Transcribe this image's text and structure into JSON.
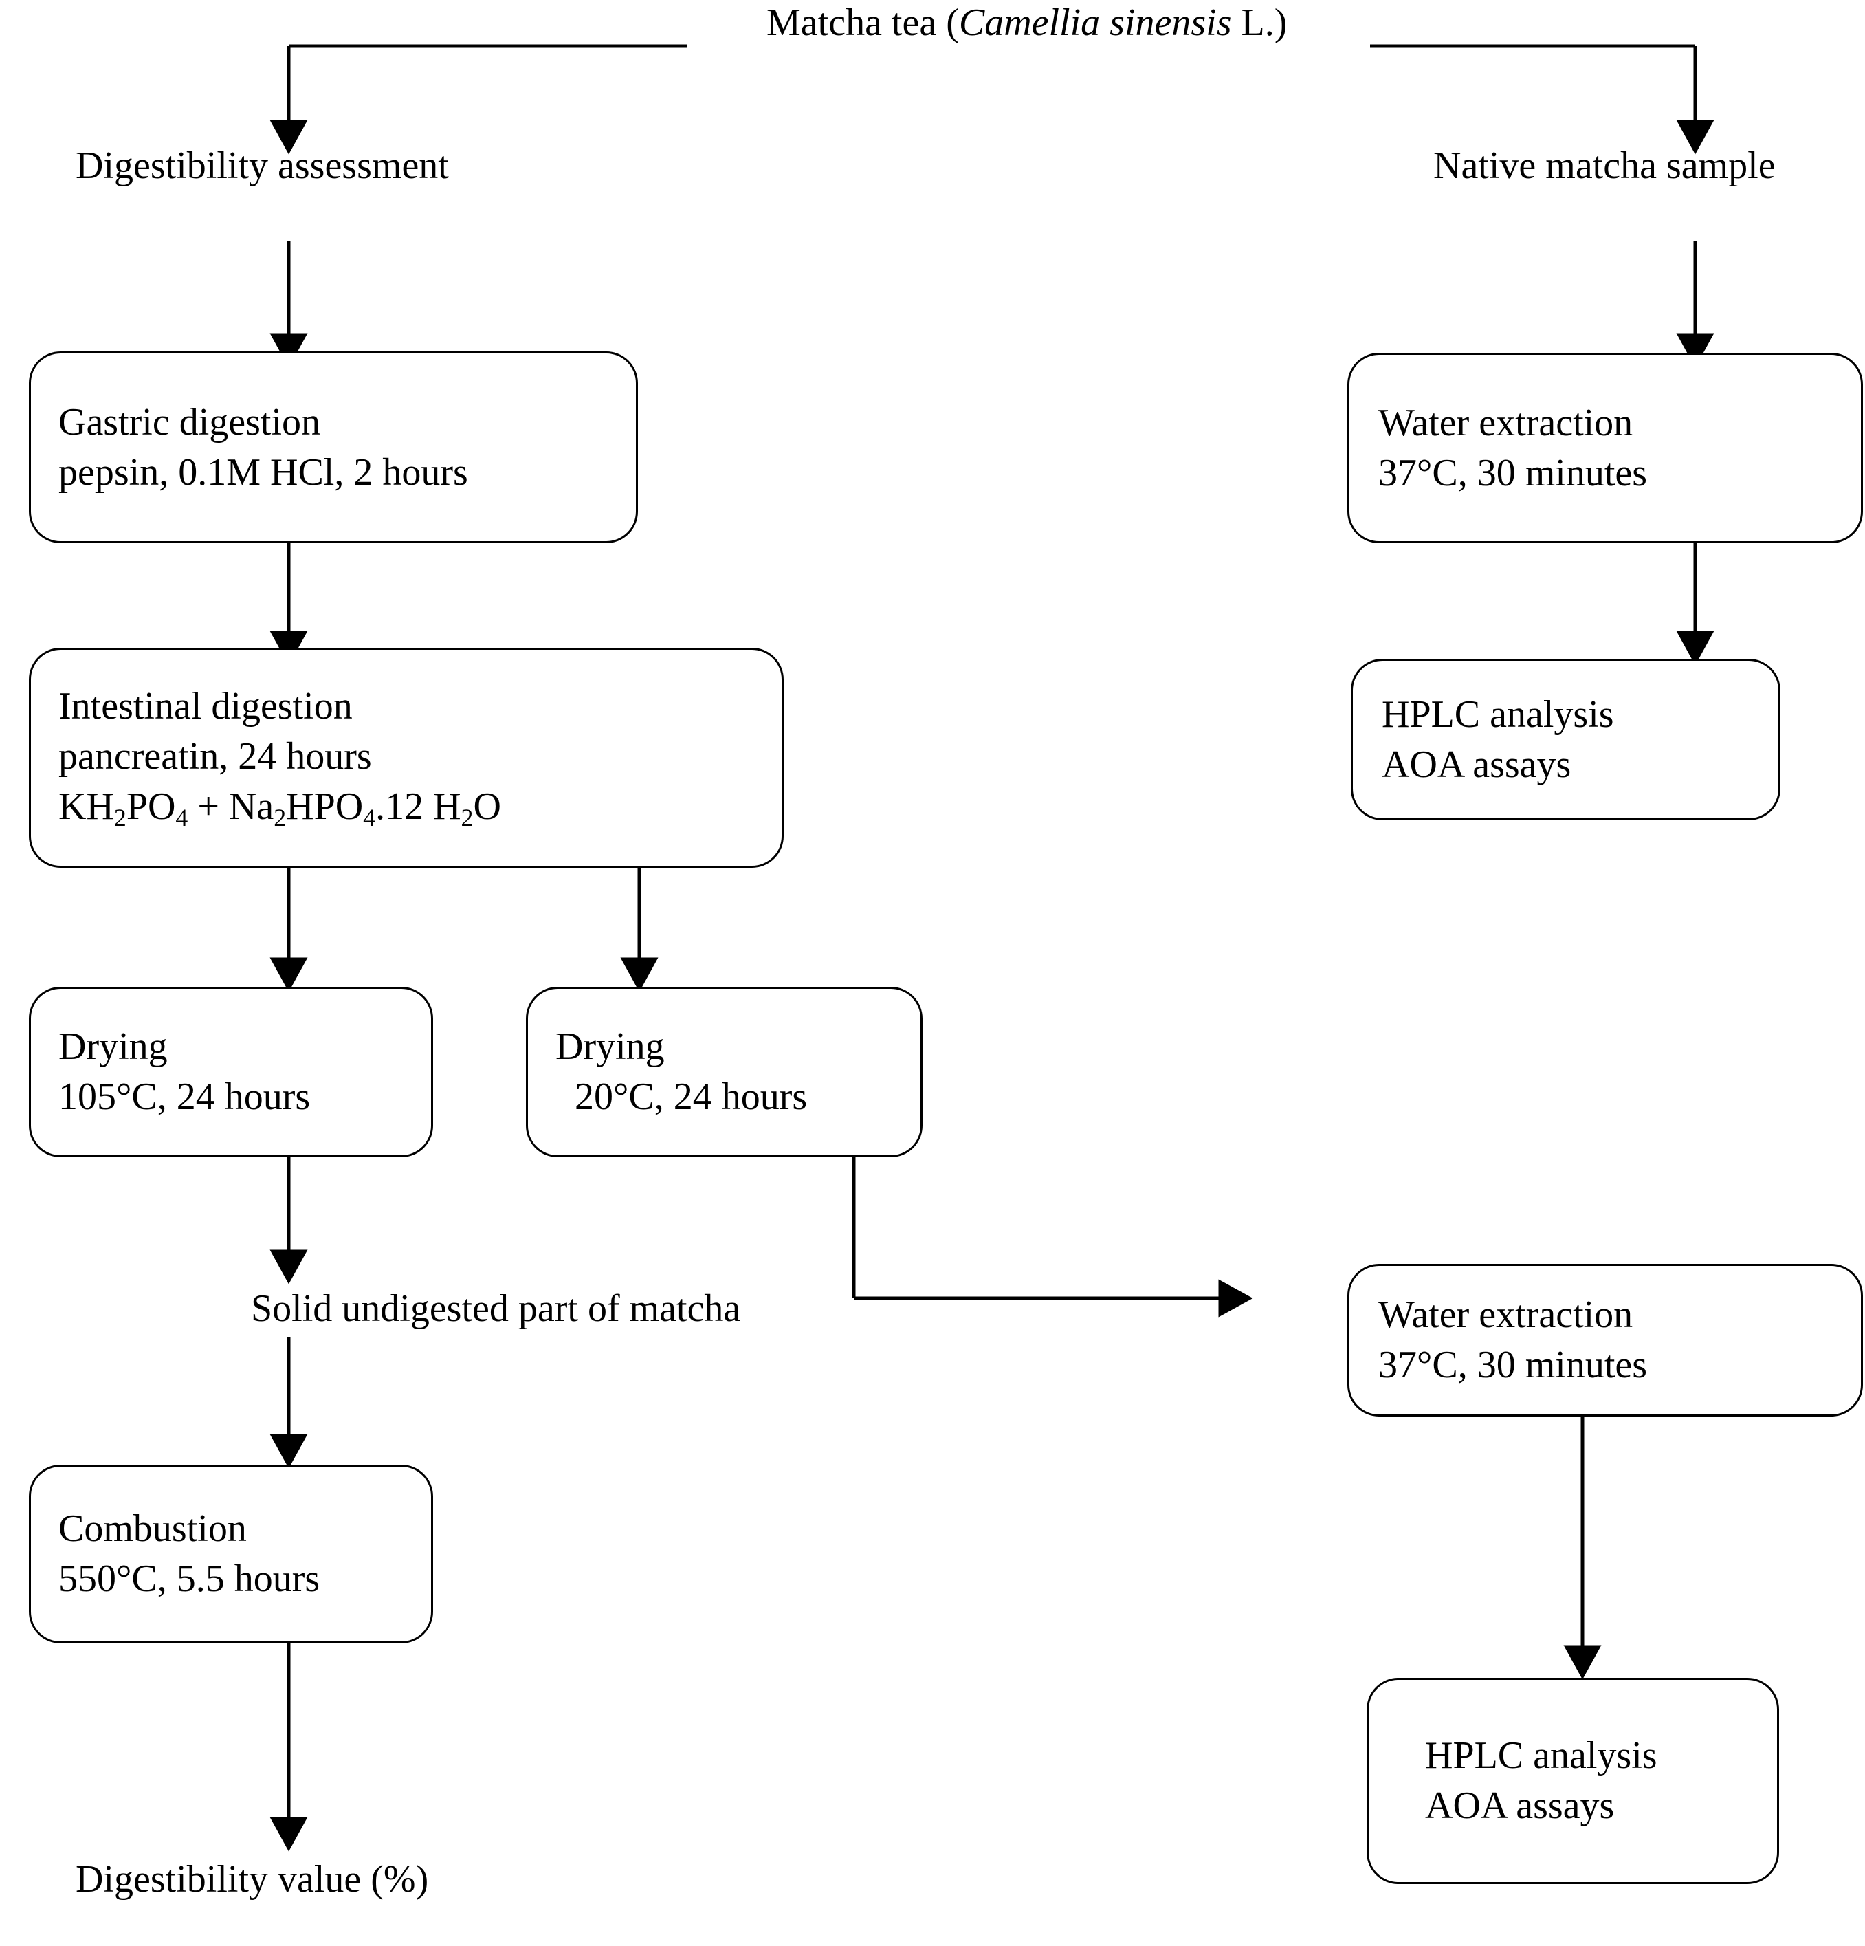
{
  "diagram": {
    "title_node": {
      "prefix": "Matcha tea (",
      "species": "Camellia sinensis",
      "suffix": " L.)"
    },
    "labels": {
      "left_branch": "Digestibility assessment",
      "right_branch": "Native matcha sample",
      "solid_residue": "Solid undigested part of matcha",
      "final_output": "Digestibility value (%)"
    },
    "nodes": {
      "gastric": {
        "line1": "Gastric digestion",
        "line2": "pepsin, 0.1M HCl,  2 hours"
      },
      "intestinal": {
        "line1": "Intestinal digestion",
        "line2": "pancreatin, 24 hours",
        "line3_a": "KH",
        "line3_sub1": "2",
        "line3_b": "PO",
        "line3_sub2": "4",
        "line3_c": " + Na",
        "line3_sub3": "2",
        "line3_d": "HPO",
        "line3_sub4": "4",
        "line3_e": ".12 H",
        "line3_sub5": "2",
        "line3_f": "O"
      },
      "drying_hot": {
        "line1": "Drying",
        "line2": "105°C, 24 hours"
      },
      "drying_cold": {
        "line1": "Drying",
        "line2": "20°C, 24 hours"
      },
      "combustion": {
        "line1": "Combustion",
        "line2": "550°C, 5.5 hours"
      },
      "water_extraction_native": {
        "line1": "Water extraction",
        "line2": "37°C, 30 minutes"
      },
      "hplc_native": {
        "line1": "HPLC  analysis",
        "line2": "AOA  assays"
      },
      "water_extraction_residue": {
        "line1": "Water extraction",
        "line2": " 37°C, 30 minutes"
      },
      "hplc_residue": {
        "line1": "HPLC analysis",
        "line2": "AOA assays"
      }
    },
    "style": {
      "stroke": "#000000",
      "background": "#ffffff"
    }
  }
}
